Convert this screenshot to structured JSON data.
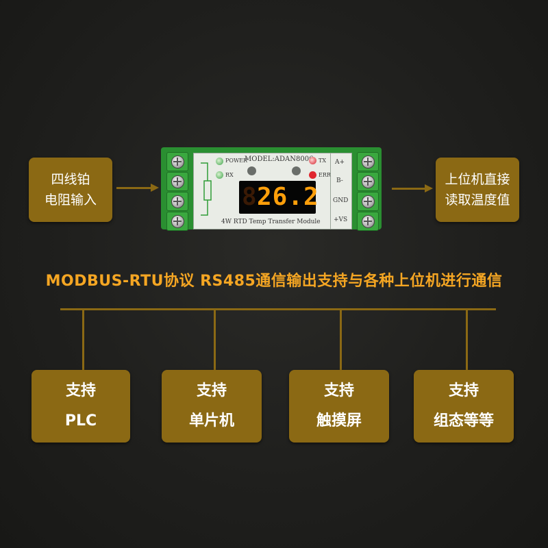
{
  "input_box": {
    "line1": "四线铂",
    "line2": "电阻输入"
  },
  "output_box": {
    "line1": "上位机直接",
    "line2": "读取温度值"
  },
  "device": {
    "power_label": "POWER",
    "rx_label": "RX",
    "model": "MODEL:ADAN8006",
    "tx_label": "TX",
    "err_label": "ERR",
    "display_value": "26.2",
    "footer": "4W RTD Temp Transfer Module",
    "terminals_right": [
      "A+",
      "B-",
      "GND",
      "+VS"
    ]
  },
  "headline": "MODBUS-RTU协议 RS485通信输出支持与各种上位机进行通信",
  "supports": [
    {
      "line1": "支持",
      "line2": "PLC"
    },
    {
      "line1": "支持",
      "line2": "单片机"
    },
    {
      "line1": "支持",
      "line2": "触摸屏"
    },
    {
      "line1": "支持",
      "line2": "组态等等"
    }
  ],
  "colors": {
    "gold": "#8b6914",
    "headline": "#f5a623",
    "display": "#ff9f0a",
    "board": "#2f9c36"
  }
}
